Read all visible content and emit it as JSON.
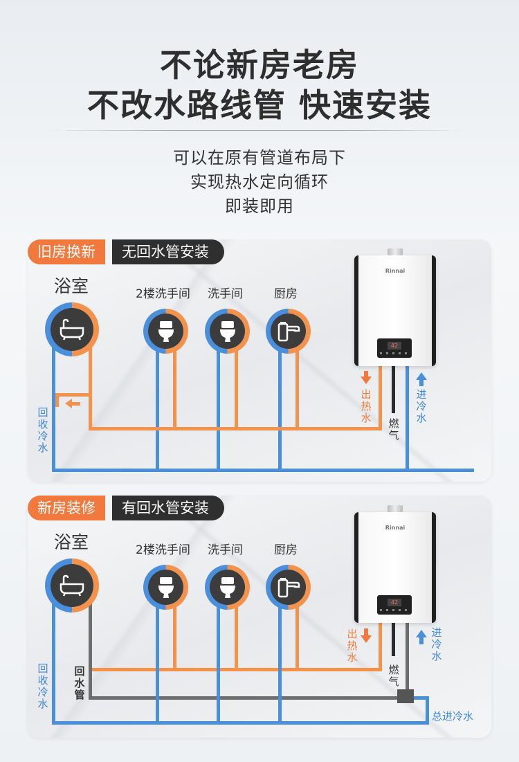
{
  "header": {
    "title_line1": "不论新房老房",
    "title_line2": "不改水路线管 快速安装",
    "subtitle_line1": "可以在原有管道布局下",
    "subtitle_line2": "实现热水定向循环",
    "subtitle_line3": "即装即用"
  },
  "panel_old": {
    "tag_scenario": "旧房换新",
    "tag_method": "无回水管安装",
    "rooms": [
      "浴室",
      "2楼洗手间",
      "洗手间",
      "厨房"
    ],
    "label_hot_out": "出热水",
    "label_gas": "燃气",
    "label_cold_in": "进冷水",
    "label_return_cold": "回收冷水"
  },
  "panel_new": {
    "tag_scenario": "新房装修",
    "tag_method": "有回水管安装",
    "rooms": [
      "浴室",
      "2楼洗手间",
      "洗手间",
      "厨房"
    ],
    "label_hot_out": "出热水",
    "label_gas": "燃气",
    "label_cold_in": "进冷水",
    "label_return_cold": "回收冷水",
    "label_return_pipe": "回水管",
    "label_main_cold": "总进冷水"
  },
  "heater": {
    "display_value": "42"
  },
  "colors": {
    "hot": "#f2924c",
    "cold": "#4a8fdc",
    "return": "#6d6d6d",
    "tag": "#f2793d"
  },
  "icons": [
    "bathtub-icon",
    "toilet-icon",
    "faucet-icon",
    "water-heater"
  ]
}
